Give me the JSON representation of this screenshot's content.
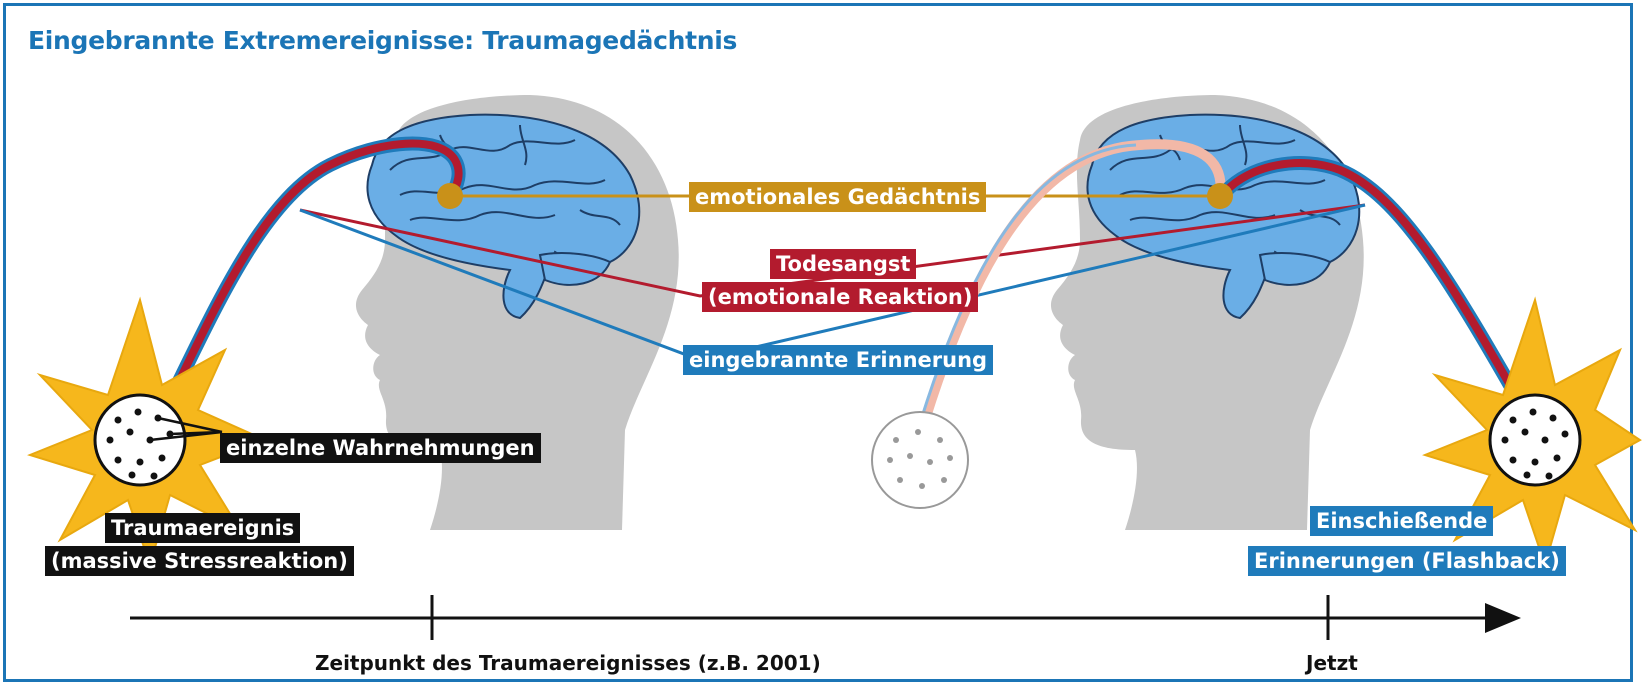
{
  "title": "Eingebrannte Extremereignisse: Traumagedächtnis",
  "labels": {
    "emotional_memory": "emotionales Gedächtnis",
    "fear_line1": "Todesangst",
    "fear_line2": "(emotionale Reaktion)",
    "burned_memory": "eingebrannte Erinnerung",
    "perceptions": "einzelne Wahrnehmungen",
    "trauma_line1": "Traumaereignis",
    "trauma_line2": "(massive Stressreaktion)",
    "flashback_line1": "Einschießende",
    "flashback_line2": "Erinnerungen (Flashback)"
  },
  "timeline": {
    "event_time": "Zeitpunkt des Traumaereignisses (z.B. 2001)",
    "now": "Jetzt"
  },
  "colors": {
    "frame": "#1b75b6",
    "gold": "#c99119",
    "red": "#b31b2e",
    "blue": "#1f7bbb",
    "brain": "#6aaee6",
    "head": "#c6c6c6",
    "burst": "#f6b71c"
  }
}
